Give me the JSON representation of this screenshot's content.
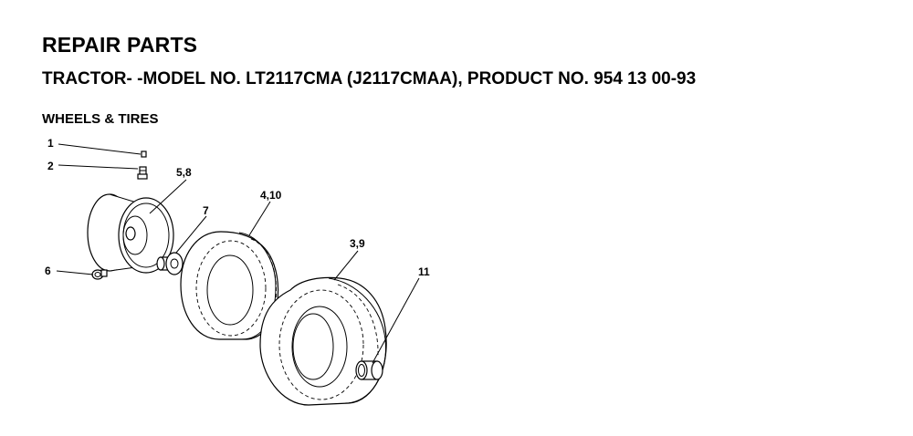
{
  "header": {
    "title": "REPAIR PARTS",
    "subtitle": "TRACTOR- -MODEL NO. LT2117CMA (J2117CMAA), PRODUCT NO. 954 13 00-93"
  },
  "section": {
    "title": "WHEELS & TIRES"
  },
  "callouts": {
    "p1": "1",
    "p2": "2",
    "p3": "3,9",
    "p4": "4,10",
    "p5": "5,8",
    "p6": "6",
    "p7": "7",
    "p11": "11"
  }
}
